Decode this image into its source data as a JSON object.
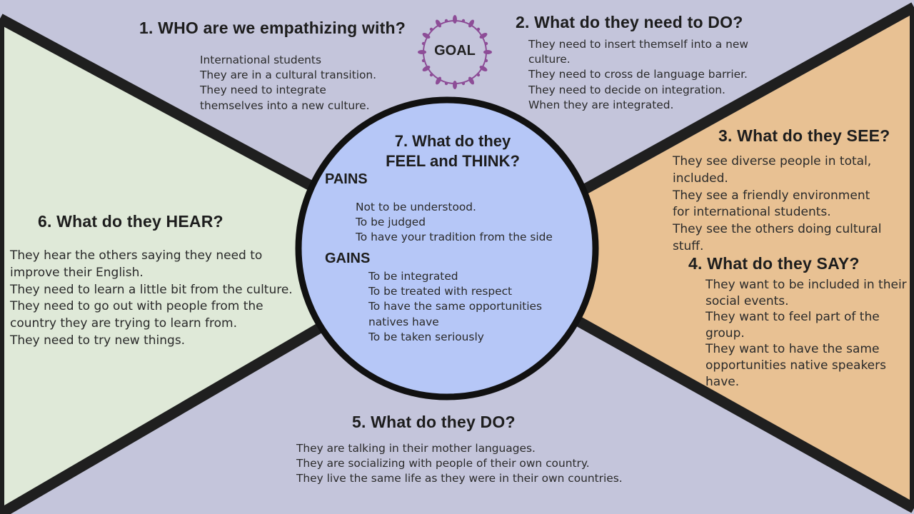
{
  "goal": "GOAL",
  "sections": {
    "who": {
      "title": "1. WHO are we empathizing with?",
      "lines": [
        "International students",
        "They are in a cultural transition.",
        "They need to integrate",
        "themselves into a new culture."
      ]
    },
    "do_need": {
      "title": "2. What do they need to DO?",
      "lines": [
        "They need to insert themself into a new",
        "culture.",
        "They need to cross de language barrier.",
        "They need to decide on integration.",
        "When they are integrated."
      ]
    },
    "see": {
      "title": "3. What do they SEE?",
      "lines": [
        "They see diverse people in total,",
        "included.",
        "They see a friendly environment",
        "for international students.",
        "They see the others doing cultural",
        "stuff."
      ]
    },
    "say": {
      "title": "4. What do they SAY?",
      "lines": [
        "They want to be included in their",
        "social events.",
        "They want to feel part of the",
        "group.",
        "They want to have the same",
        "opportunities native speakers",
        "have."
      ]
    },
    "do": {
      "title": "5. What do they DO?",
      "lines": [
        "They are talking in their mother languages.",
        "They are socializing with people of their own country.",
        "They live the same life as they were in their own countries."
      ]
    },
    "hear": {
      "title": "6. What do they HEAR?",
      "lines": [
        "They hear the others saying they need to",
        "improve their English.",
        "They need to learn a little bit from the culture.",
        "They need to go out with people from the",
        "country they are trying to learn from.",
        "They need to try new things."
      ]
    },
    "feel": {
      "title_line1": "7. What do they",
      "title_line2": "FEEL and THINK?",
      "pains_label": "PAINS",
      "pains": [
        "Not to be understood.",
        "To be judged",
        "To have your tradition from the side"
      ],
      "gains_label": "GAINS",
      "gains": [
        "To be integrated",
        "To be treated with respect",
        "To have the same opportunities",
        "natives have",
        "To be taken seriously"
      ]
    }
  },
  "colors": {
    "background": "#c4c5db",
    "hear_panel": "#dfe9d8",
    "see_say_panel": "#e8c193",
    "center_circle": "#b6c7f7",
    "outline": "#1f1f1f",
    "wreath": "#8d4d97"
  }
}
